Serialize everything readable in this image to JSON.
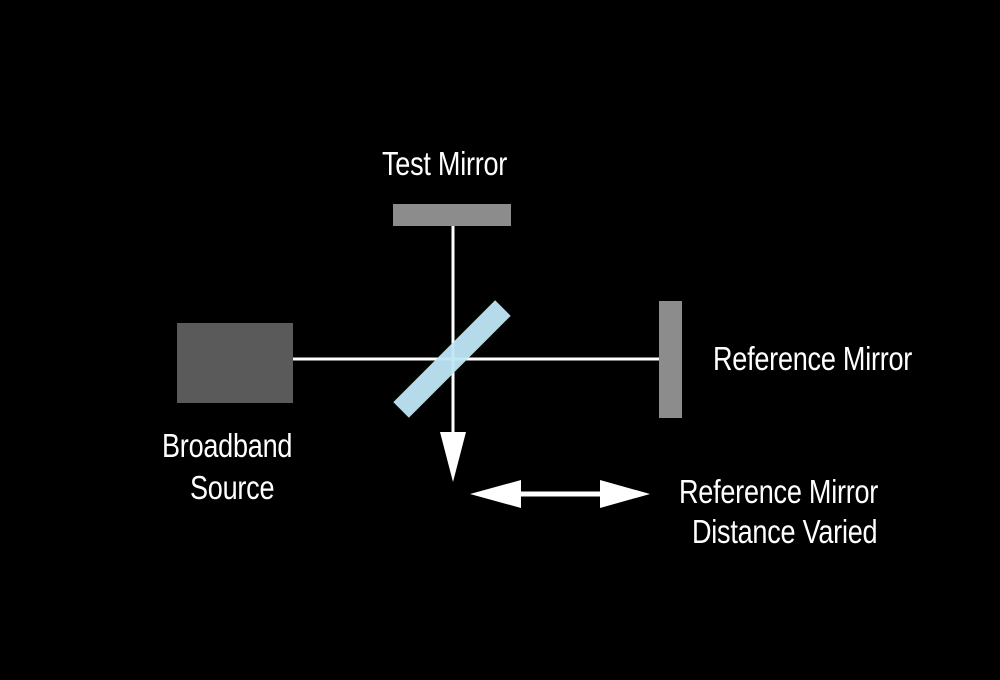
{
  "labels": {
    "test_mirror": "Test Mirror",
    "reference_mirror": "Reference Mirror",
    "source_line1": "Broadband",
    "source_line2": "Source",
    "distance_line1": "Reference Mirror",
    "distance_line2": "Distance Varied"
  },
  "colors": {
    "background": "#000000",
    "beam": "#ffffff",
    "source_block": "#5a5a5a",
    "mirror": "#8c8c8c",
    "beam_splitter": "#bfe6f7"
  }
}
